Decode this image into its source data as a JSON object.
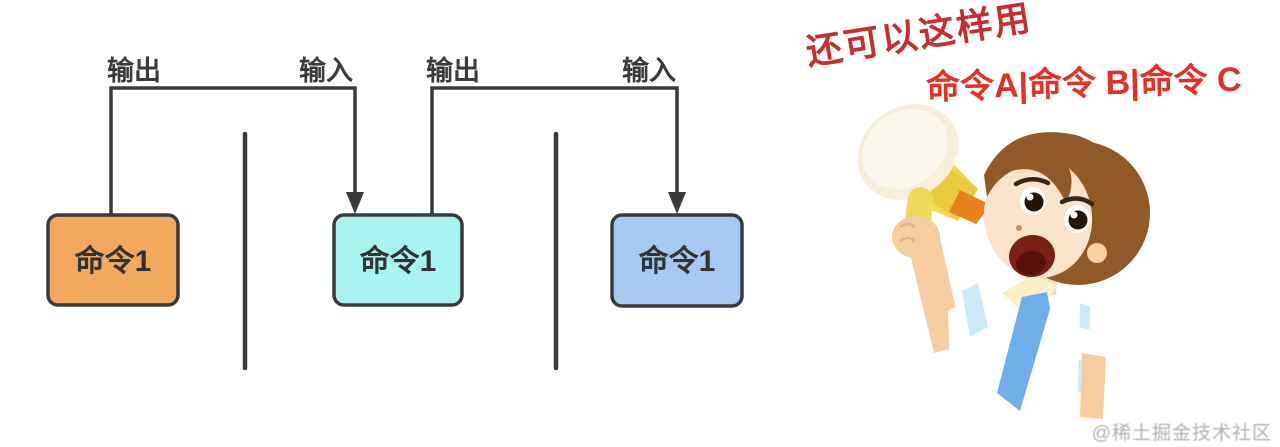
{
  "diagram": {
    "io_labels": [
      "输出",
      "输入",
      "输出",
      "输入"
    ],
    "boxes": [
      {
        "label": "命令1",
        "fill": "#F2A95F"
      },
      {
        "label": "命令1",
        "fill": "#A9F4EF"
      },
      {
        "label": "命令1",
        "fill": "#A5C9F3"
      }
    ],
    "line_color": "#3A3A3A"
  },
  "annotation": {
    "headline": "还可以这样用",
    "headline_color": "#C62F2F",
    "pipeline_example": "命令A|命令 B|命令 C",
    "pipeline_color": "#E23127"
  },
  "illustration": {
    "icon": "boy-shouting-into-megaphone"
  },
  "watermark": {
    "text": "@稀土掘金技术社区",
    "color": "#9A9A9A"
  }
}
